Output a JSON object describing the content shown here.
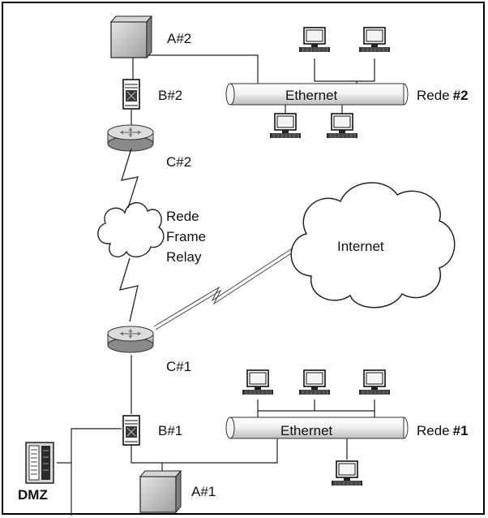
{
  "labels": {
    "a2": "A#2",
    "b2": "B#2",
    "c2": "C#2",
    "a1": "A#1",
    "b1": "B#1",
    "c1": "C#1",
    "dmz": "DMZ",
    "ethernet_top": "Ethernet",
    "ethernet_bottom": "Ethernet",
    "rede2_prefix": "Rede",
    "rede2_num": "#2",
    "rede1_prefix": "Rede",
    "rede1_num": "#1",
    "frame_relay_line1": "Rede",
    "frame_relay_line2": "Frame",
    "frame_relay_line3": "Relay",
    "internet": "Internet"
  }
}
